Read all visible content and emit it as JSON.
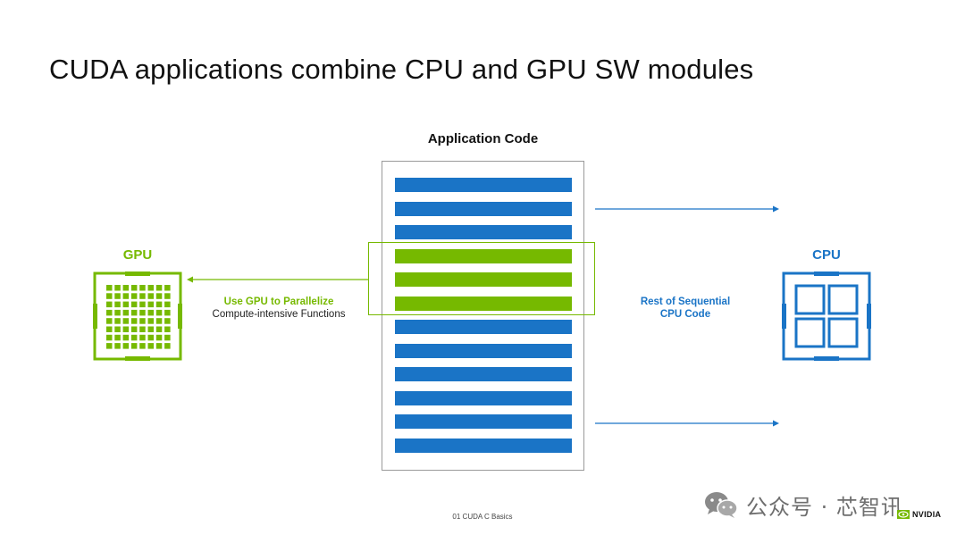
{
  "title": "CUDA applications combine CPU and GPU SW modules",
  "application": {
    "label": "Application Code",
    "rows": [
      "cpu",
      "cpu",
      "cpu",
      "gpu",
      "gpu",
      "gpu",
      "cpu",
      "cpu",
      "cpu",
      "cpu",
      "cpu",
      "cpu"
    ]
  },
  "gpu": {
    "label": "GPU",
    "text_line1": "Use GPU to Parallelize",
    "text_line2": "Compute-intensive Functions"
  },
  "cpu": {
    "label": "CPU",
    "text_line1": "Rest of Sequential",
    "text_line2": "CPU Code"
  },
  "footer": "01 CUDA C Basics",
  "watermark": "公众号 · 芯智讯",
  "logo": "NVIDIA",
  "colors": {
    "gpu_green": "#76b900",
    "cpu_blue": "#1a74c6",
    "bar_blue": "#1a74c6"
  },
  "icons": [
    "gpu-chip-icon",
    "cpu-chip-icon",
    "wechat-icon",
    "nvidia-eye-icon"
  ]
}
